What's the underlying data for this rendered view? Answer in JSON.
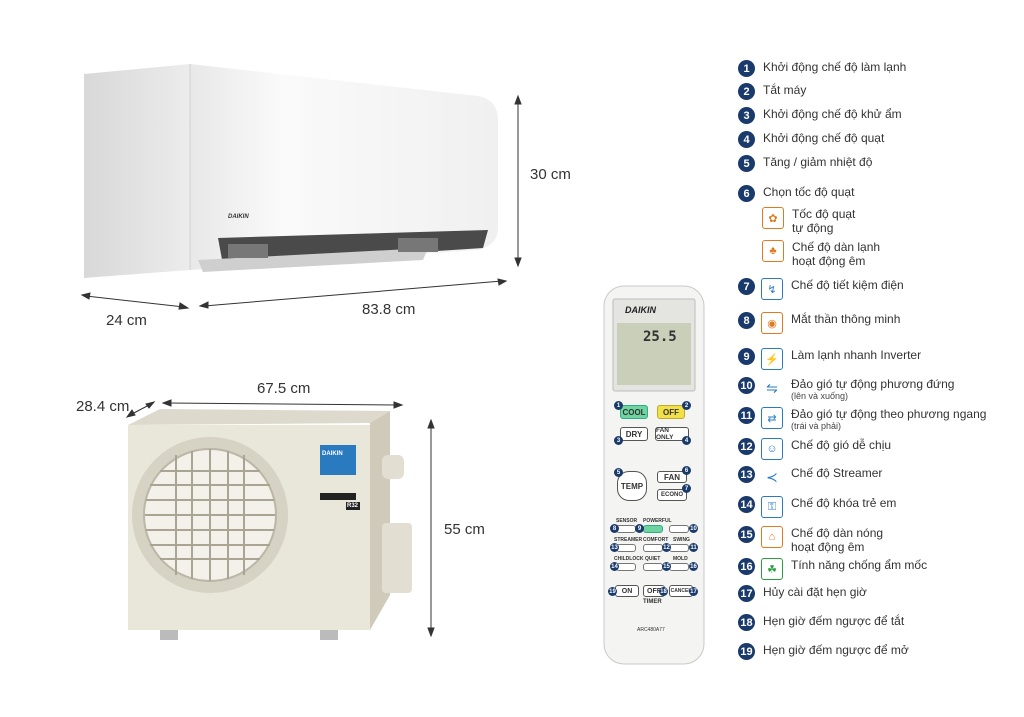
{
  "indoor_unit": {
    "height": "30 cm",
    "depth": "24 cm",
    "width": "83.8 cm",
    "brand": "DAIKIN"
  },
  "outdoor_unit": {
    "depth": "28.4 cm",
    "width": "67.5 cm",
    "height": "55 cm",
    "brand": "DAIKIN",
    "refrigerant": "R32"
  },
  "remote": {
    "brand": "DAIKIN",
    "display_temp": "25.5",
    "model": "ARC480A77",
    "buttons": {
      "cool": "COOL",
      "off": "OFF",
      "dry": "DRY",
      "fan_only": "FAN ONLY",
      "temp": "TEMP",
      "fan": "FAN",
      "econo": "ECONO",
      "sensor": "SENSOR",
      "powerful": "POWERFUL",
      "streamer": "STREAMER",
      "comfort": "COMFORT",
      "swing": "SWING",
      "childlock": "CHILDLOCK",
      "quiet": "QUIET",
      "mold": "MOLD",
      "on": "ON",
      "off_timer": "OFF",
      "timer": "TIMER",
      "cancel": "CANCEL"
    }
  },
  "legend": [
    {
      "n": "1",
      "text": "Khởi động chế độ làm lạnh"
    },
    {
      "n": "2",
      "text": "Tắt máy"
    },
    {
      "n": "3",
      "text": "Khởi động chế độ khử ẩm"
    },
    {
      "n": "4",
      "text": "Khởi động chế độ quạt"
    },
    {
      "n": "5",
      "text": "Tăng / giảm nhiệt độ"
    },
    {
      "n": "6",
      "text": "Chọn tốc độ quạt"
    },
    {
      "n": "7",
      "text": "Chế độ tiết kiệm điện"
    },
    {
      "n": "8",
      "text": "Mắt thần thông minh"
    },
    {
      "n": "9",
      "text": "Làm lạnh nhanh Inverter"
    },
    {
      "n": "10",
      "text": "Đảo gió tự động phương đứng",
      "sub": "(lên và xuống)"
    },
    {
      "n": "11",
      "text": "Đảo gió tự động theo phương ngang",
      "sub": "(trái và phải)"
    },
    {
      "n": "12",
      "text": "Chế độ gió dễ chịu"
    },
    {
      "n": "13",
      "text": "Chế độ Streamer"
    },
    {
      "n": "14",
      "text": "Chế độ khóa trẻ em"
    },
    {
      "n": "15",
      "text": "Chế độ dàn nóng",
      "text2": "hoạt động êm"
    },
    {
      "n": "16",
      "text": "Tính năng chống ẩm mốc"
    },
    {
      "n": "17",
      "text": "Hủy cài đặt hẹn giờ"
    },
    {
      "n": "18",
      "text": "Hẹn giờ đếm ngược để tắt"
    },
    {
      "n": "19",
      "text": "Hẹn giờ đếm ngược để mở"
    }
  ],
  "fan_options": [
    {
      "text": "Tốc độ quạt",
      "text2": "tự động",
      "icon": "auto-fan-icon"
    },
    {
      "text": "Chế độ dàn lạnh",
      "text2": "hoạt động êm",
      "icon": "quiet-indoor-icon"
    }
  ],
  "colors": {
    "navy": "#1a3a6b",
    "blue": "#2a7ac0",
    "orange": "#e07a1f",
    "green": "#2b9d3f",
    "cool_btn": "#6fd3a0",
    "off_btn": "#f2e048"
  }
}
